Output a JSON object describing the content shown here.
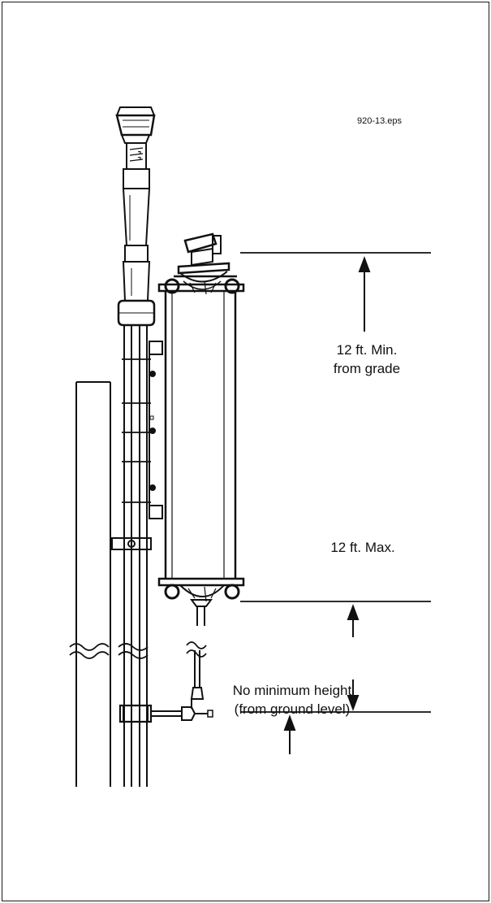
{
  "diagram": {
    "file_name": "920-13.eps",
    "top_dimension": {
      "line1": "12 ft. Min.",
      "line2": "from grade"
    },
    "middle_dimension": {
      "text": "12 ft. Max."
    },
    "ground_note": {
      "line1": "No minimum height",
      "line2": "(from ground level)"
    },
    "colors": {
      "ink": "#111111",
      "background": "#ffffff"
    }
  }
}
